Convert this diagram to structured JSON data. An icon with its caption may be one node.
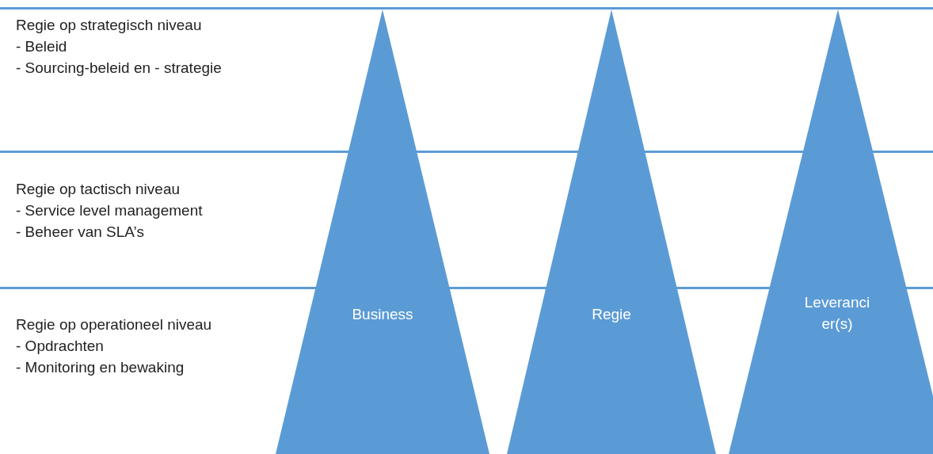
{
  "diagram": {
    "nodes": [
      {
        "text": [
          "Regie op strategisch niveau",
          "- Beleid",
          "- Sourcing-beleid en - strategie"
        ]
      },
      {
        "text": [
          "Regie op tactisch niveau",
          "- Service level management",
          "- Beheer van SLA’s"
        ]
      },
      {
        "text": [
          "Regie op operationeel niveau",
          "- Opdrachten",
          "- Monitoring en bewaking"
        ]
      },
      {
        "text": [
          "Business"
        ]
      },
      {
        "text": [
          "Regie"
        ]
      },
      {
        "text": [
          "Leverancier(s)"
        ]
      }
    ],
    "edges": []
  }
}
